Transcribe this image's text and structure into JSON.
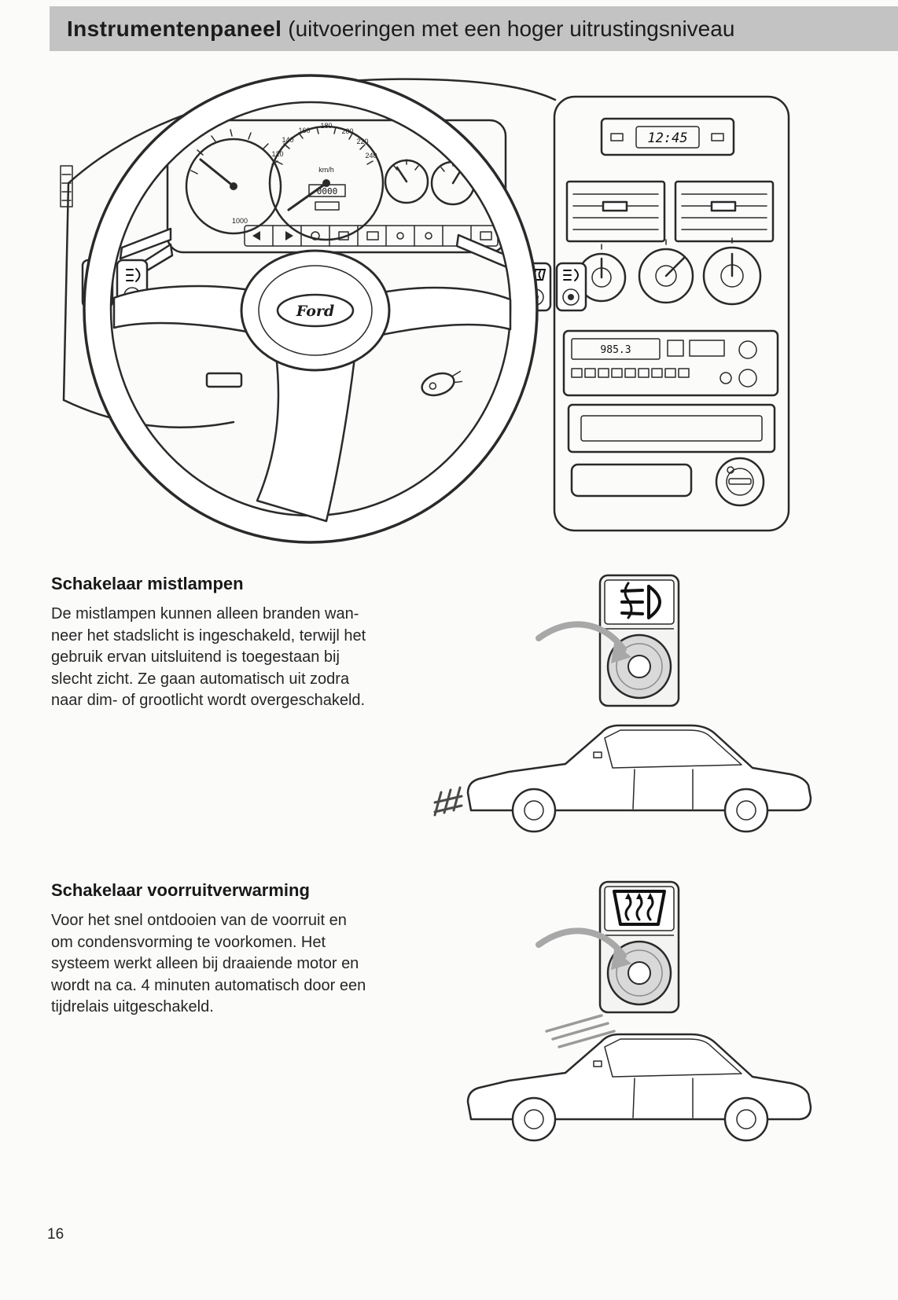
{
  "header": {
    "title_bold": "Instrumentenpaneel",
    "title_regular": "(uitvoeringen met een hoger uitrustingsniveau"
  },
  "dashboard": {
    "clock": "12:45",
    "brand": "Ford",
    "radio_display": "985.3",
    "speed_unit": "km/h",
    "odometer": "0000",
    "tach_scale": "1000",
    "speedo_marks": [
      "120",
      "140",
      "160",
      "180",
      "200",
      "220",
      "240"
    ]
  },
  "sections": [
    {
      "heading": "Schakelaar mistlampen",
      "body": "De mistlampen kunnen alleen branden wan-\nneer het stadslicht is ingeschakeld, terwijl het\ngebruik ervan uitsluitend is toegestaan bij\nslecht zicht. Ze gaan automatisch uit zodra\nnaar dim- of grootlicht wordt overgeschakeld."
    },
    {
      "heading": "Schakelaar voorruitverwarming",
      "body": "Voor het snel ontdooien van de voorruit en\nom condensvorming te voorkomen. Het\nsysteem werkt alleen bij draaiende motor en\nwordt na ca. 4 minuten automatisch door een\ntijdrelais uitgeschakeld."
    }
  ],
  "icons": {
    "fog_switch": "front-fog-light-icon",
    "windscreen_switch": "heated-windscreen-icon"
  },
  "page": {
    "number": "16"
  },
  "colors": {
    "header_bg": "#c3c3c3",
    "ink": "#1c1c1c",
    "arrow_gray": "#a8a8a8",
    "knob_gray": "#d9d9d9"
  }
}
